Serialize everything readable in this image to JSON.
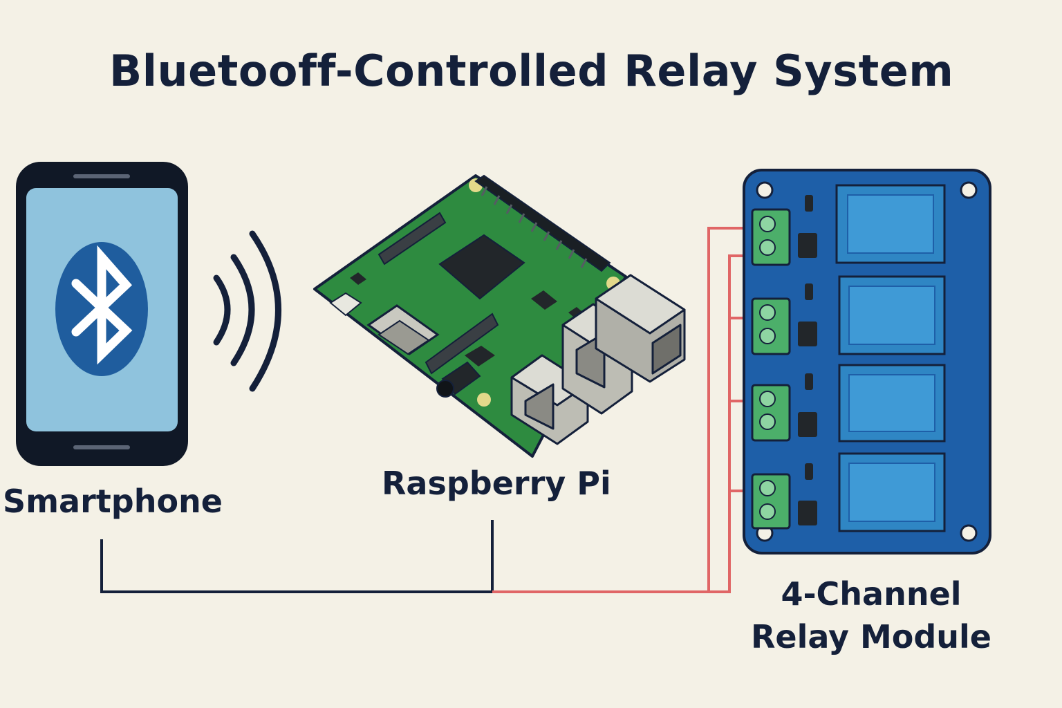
{
  "diagram": {
    "title": "Bluetooff-Controlled Relay System",
    "nodes": {
      "smartphone": {
        "label": "Smartphone",
        "icon": "bluetooth-icon"
      },
      "raspberry_pi": {
        "label": "Raspberry Pi",
        "icon": "raspberry-pi-board"
      },
      "relay_module": {
        "label_line1": "4-Channel",
        "label_line2": "Relay Module",
        "channels": 4,
        "icon": "relay-module-board"
      }
    },
    "connections": [
      {
        "from": "smartphone",
        "to": "raspberry_pi",
        "type": "wireless",
        "icon": "wireless-signal-icon"
      },
      {
        "from": "smartphone",
        "to": "raspberry_pi",
        "type": "wire",
        "color": "#14203a"
      },
      {
        "from": "raspberry_pi",
        "to": "relay_module",
        "type": "wire",
        "color": "#e06666"
      }
    ],
    "colors": {
      "background": "#f4f1e6",
      "text": "#14203a",
      "phone_screen": "#8fc3dd",
      "bluetooth_badge": "#1f5d9e",
      "pi_board": "#2e8b40",
      "relay_board": "#1e5fa8",
      "relay_block": "#2f86c4",
      "terminal_block": "#4caf6a",
      "signal_wire": "#e06666"
    }
  }
}
